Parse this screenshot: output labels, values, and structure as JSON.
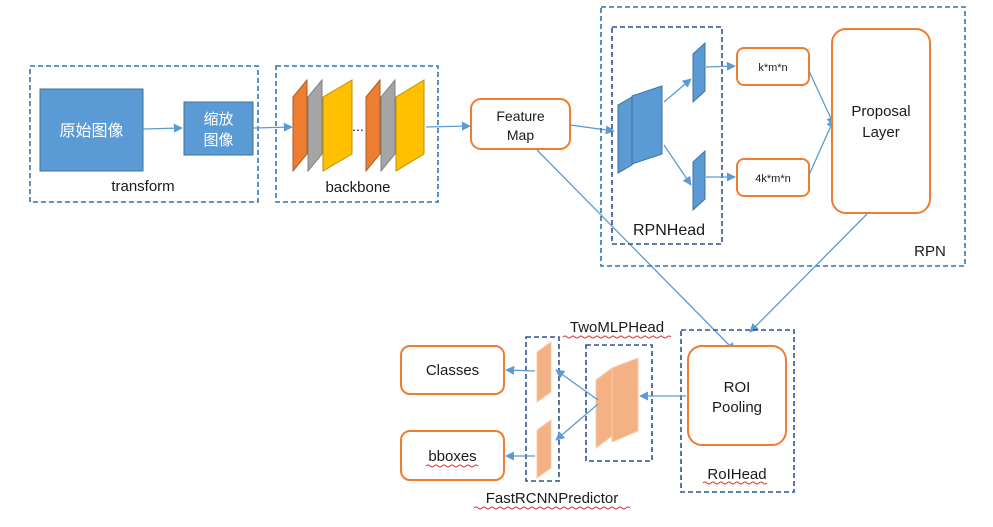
{
  "transform": {
    "label": "transform",
    "original_image": "原始图像",
    "resized_image_line1": "缩放",
    "resized_image_line2": "图像"
  },
  "backbone": {
    "label": "backbone",
    "ellipsis": "..."
  },
  "feature_map": {
    "line1": "Feature",
    "line2": "Map"
  },
  "rpn": {
    "label": "RPN",
    "rpn_head_label": "RPNHead",
    "cls_output": "k*m*n",
    "reg_output": "4k*m*n",
    "proposal_line1": "Proposal",
    "proposal_line2": "Layer"
  },
  "roi_head": {
    "label": "RoIHead",
    "roi_pooling_line1": "ROI",
    "roi_pooling_line2": "Pooling",
    "two_mlp_head_label": "TwoMLPHead",
    "predictor_label": "FastRCNNPredictor",
    "classes_output": "Classes",
    "bboxes_output": "bboxes"
  },
  "colors": {
    "blue_box": "#5b9bd5",
    "orange": "#ed7d31",
    "gray": "#a5a5a5",
    "gold": "#ffc000",
    "light_orange": "#f4b183",
    "arrow": "#5b9bd5",
    "dashed_border": "#2e75b6"
  }
}
